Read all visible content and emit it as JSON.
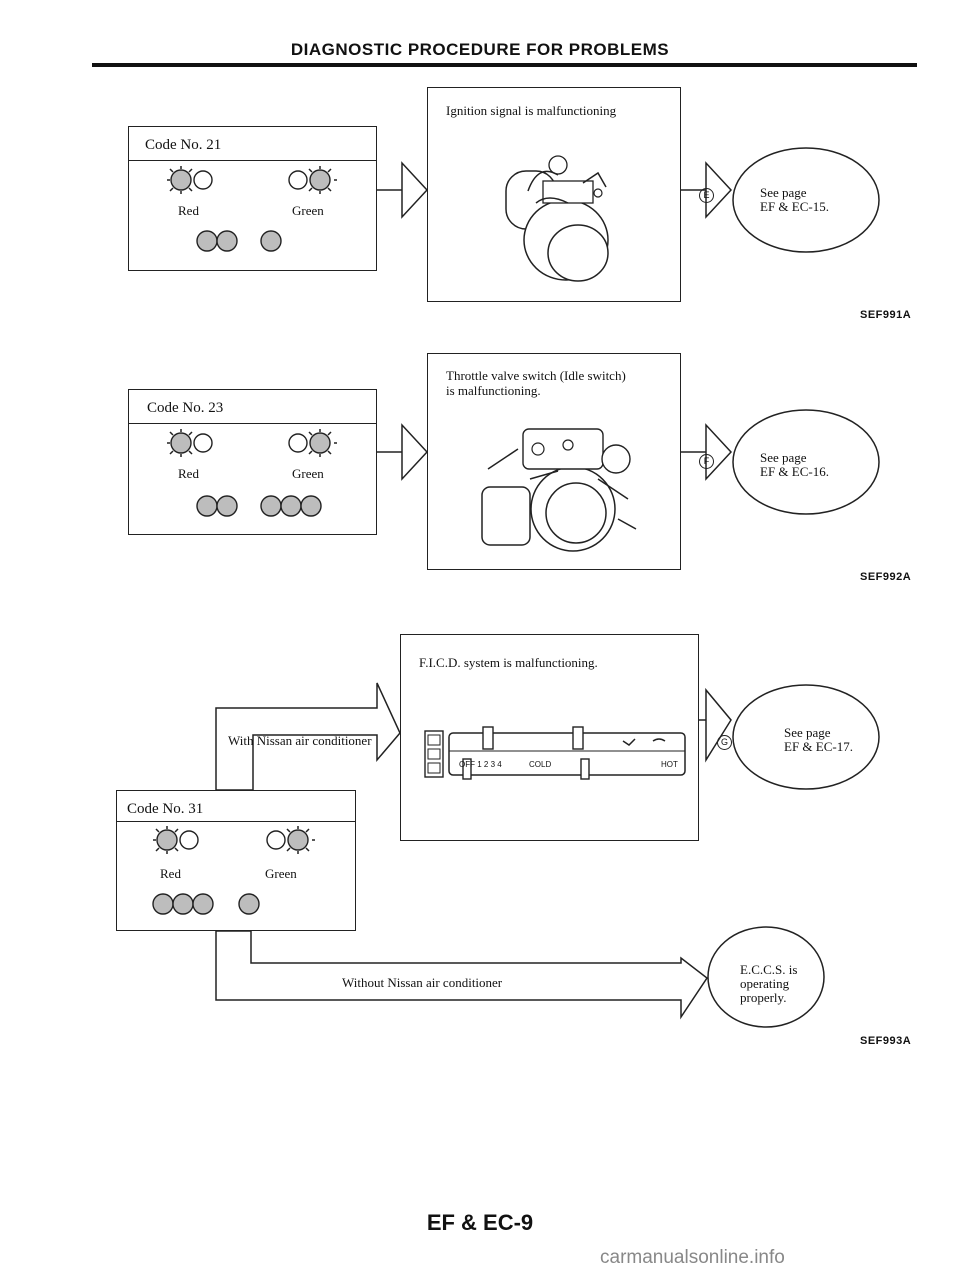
{
  "page": {
    "header": "DIAGNOSTIC PROCEDURE FOR PROBLEMS",
    "footer": "EF & EC-9",
    "watermark": "carmanualsonline.info"
  },
  "sections": [
    {
      "code": "Code No. 21",
      "red_label": "Red",
      "green_label": "Green",
      "red_flashes": 2,
      "green_flashes": 1,
      "problem": "Ignition signal is malfunctioning",
      "branch_letter": "E",
      "see_page": "See page",
      "page_ref": "EF & EC-15.",
      "figure_ref": "SEF991A"
    },
    {
      "code": "Code No. 23",
      "red_label": "Red",
      "green_label": "Green",
      "red_flashes": 2,
      "green_flashes": 3,
      "problem_line1": "Throttle valve switch (Idle switch)",
      "problem_line2": "is malfunctioning.",
      "branch_letter": "F",
      "see_page": "See page",
      "page_ref": "EF & EC-16.",
      "figure_ref": "SEF992A"
    },
    {
      "code": "Code No. 31",
      "red_label": "Red",
      "green_label": "Green",
      "red_flashes": 3,
      "green_flashes": 1,
      "problem": "F.I.C.D. system is malfunctioning.",
      "with_ac": "With Nissan air conditioner",
      "without_ac": "Without Nissan air conditioner",
      "branch_letter": "G",
      "see_page": "See page",
      "page_ref": "EF & EC-17.",
      "eccs_line1": "E.C.C.S. is",
      "eccs_line2": "operating",
      "eccs_line3": "properly.",
      "panel_off": "OFF 1 2 3 4",
      "panel_cold": "COLD",
      "panel_hot": "HOT",
      "figure_ref": "SEF993A"
    }
  ]
}
